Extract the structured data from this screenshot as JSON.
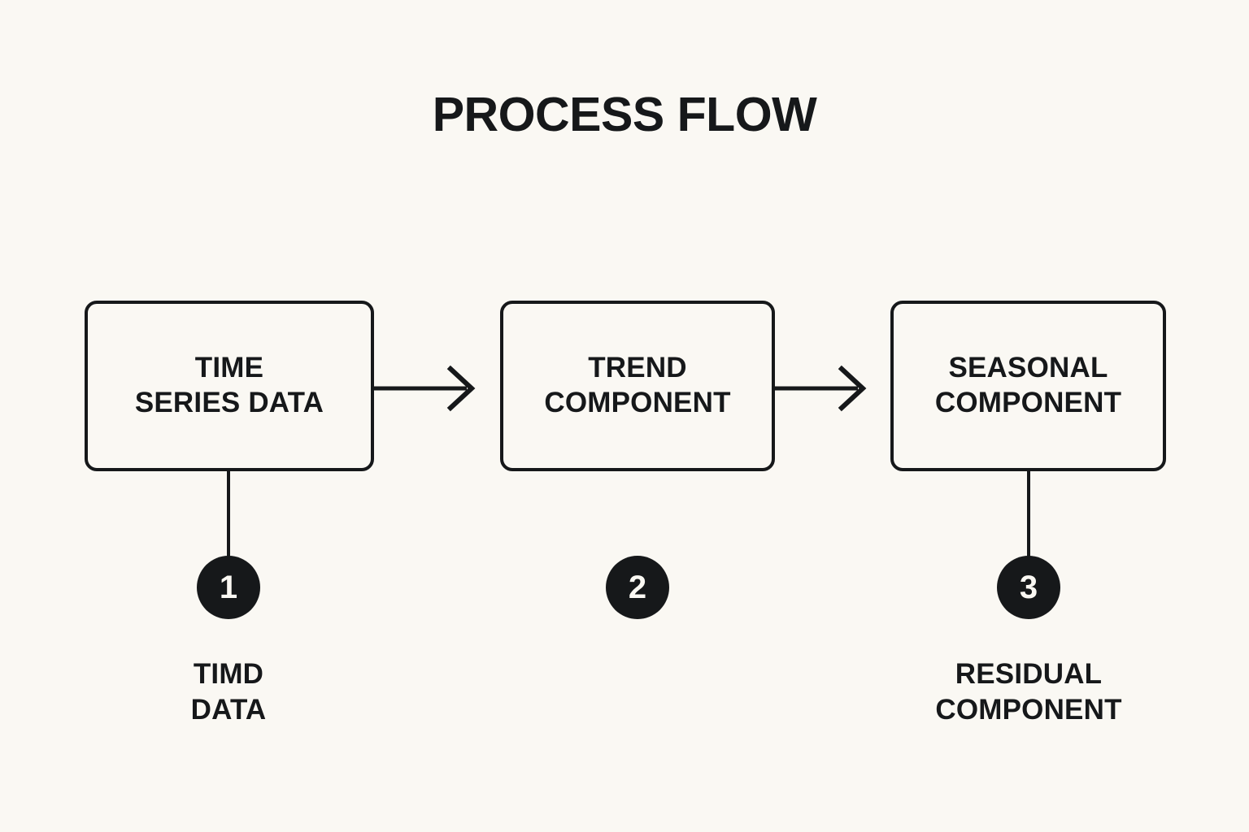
{
  "page": {
    "title": "PROCESS FLOW",
    "background_color": "#faf8f3",
    "ink_color": "#16181a"
  },
  "diagram": {
    "type": "process-flow",
    "boxes": [
      {
        "id": "box-0",
        "line1": "TIME",
        "line2": "SERIES DATA",
        "text": "TIME\nSERIES DATA"
      },
      {
        "id": "box-1",
        "line1": "TREND",
        "line2": "COMPONENT",
        "text": "TREND\nCOMPONENT"
      },
      {
        "id": "box-2",
        "line1": "SEASONAL",
        "line2": "COMPONENT",
        "text": "SEASONAL\nCOMPONENT"
      }
    ],
    "arrows": [
      {
        "id": "arrow-0",
        "from": "box-0",
        "to": "box-1",
        "style": "open-chevron",
        "direction": "right"
      },
      {
        "id": "arrow-1",
        "from": "box-1",
        "to": "box-2",
        "style": "open-chevron",
        "direction": "right"
      }
    ],
    "steps": [
      {
        "id": "step-0",
        "number": "1",
        "has_connector": true,
        "caption_line1": "TIMD",
        "caption_line2": "DATA",
        "caption": "TIMD\nDATA"
      },
      {
        "id": "step-1",
        "number": "2",
        "has_connector": false,
        "caption_line1": "",
        "caption_line2": "",
        "caption": ""
      },
      {
        "id": "step-2",
        "number": "3",
        "has_connector": true,
        "caption_line1": "RESIDUAL",
        "caption_line2": "COMPONENT",
        "caption": "RESIDUAL\nCOMPONENT"
      }
    ]
  }
}
